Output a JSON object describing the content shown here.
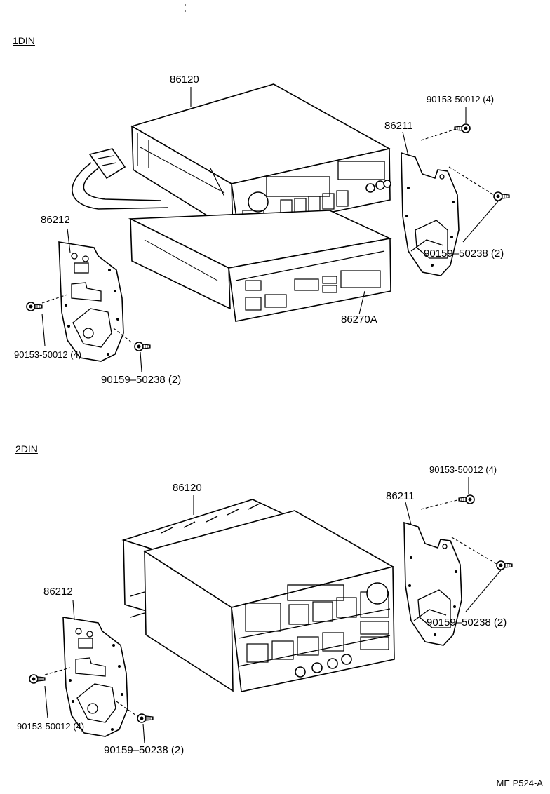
{
  "sections": [
    {
      "heading": "1DIN",
      "labels": {
        "head_unit": "86120",
        "lower_unit": "86270A",
        "bracket_right": "86211",
        "bracket_left": "86212",
        "screw_right_top": "90153-50012 (4)",
        "screw_right_side": "90159–50238 (2)",
        "screw_left_side": "90153-50012 (4)",
        "screw_left_bottom": "90159–50238 (2)"
      }
    },
    {
      "heading": "2DIN",
      "labels": {
        "head_unit": "86120",
        "bracket_right": "86211",
        "bracket_left": "86212",
        "screw_right_top": "90153-50012 (4)",
        "screw_right_side": "90159–50238 (2)",
        "screw_left_side": "90153-50012 (4)",
        "screw_left_bottom": "90159–50238 (2)"
      }
    }
  ],
  "reference_code": "ME  P524-A"
}
